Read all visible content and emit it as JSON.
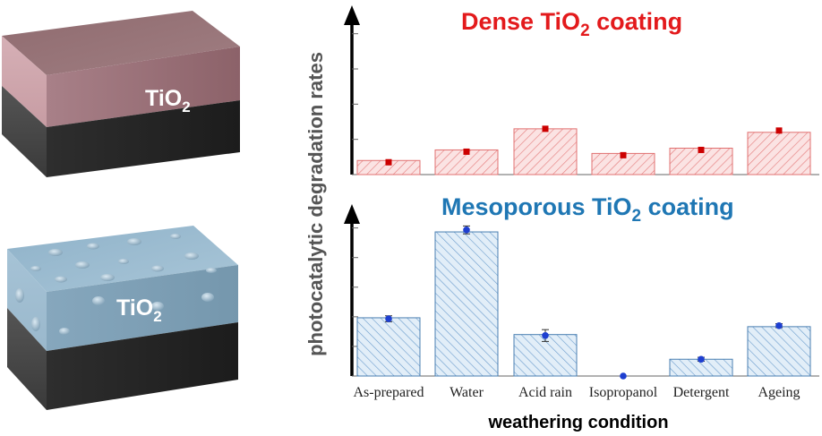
{
  "illustrations": {
    "dense_block_label": "TiO",
    "dense_block_subscript": "2",
    "mesoporous_block_label": "TiO",
    "mesoporous_block_subscript": "2"
  },
  "colors": {
    "dense": "#e31a1c",
    "dense_fill": "#fadcdc",
    "mesoporous": "#1f77b4",
    "mesoporous_fill": "#dbeaf6",
    "point_dense": "#cc0000",
    "point_meso": "#1e3fd0"
  },
  "chart_data": [
    {
      "type": "bar",
      "title": "Dense TiO",
      "title_subscript": "2",
      "title_suffix": " coating",
      "ylabel": "photocatalytic degradation rates",
      "categories": [
        "As-prepared",
        "Water",
        "Acid rain",
        "Isopropanol",
        "Detergent",
        "Ageing"
      ],
      "values": [
        0.8,
        1.4,
        2.6,
        1.2,
        1.5,
        2.4
      ],
      "points": [
        0.7,
        1.3,
        2.6,
        1.1,
        1.4,
        2.5
      ],
      "ylim": [
        0,
        9
      ],
      "grid": false
    },
    {
      "type": "bar",
      "title": "Mesoporous TiO",
      "title_subscript": "2",
      "title_suffix": " coating",
      "categories": [
        "As-prepared",
        "Water",
        "Acid rain",
        "Isopropanol",
        "Detergent",
        "Ageing"
      ],
      "values": [
        5.9,
        14.6,
        4.2,
        0,
        1.7,
        5.0
      ],
      "points": [
        5.8,
        14.8,
        4.1,
        0,
        1.7,
        5.1
      ],
      "errors": [
        0.3,
        0.4,
        0.6,
        0,
        0.2,
        0.2
      ],
      "ylim": [
        0,
        15.6
      ],
      "xlabel": "weathering condition",
      "grid": false
    }
  ]
}
